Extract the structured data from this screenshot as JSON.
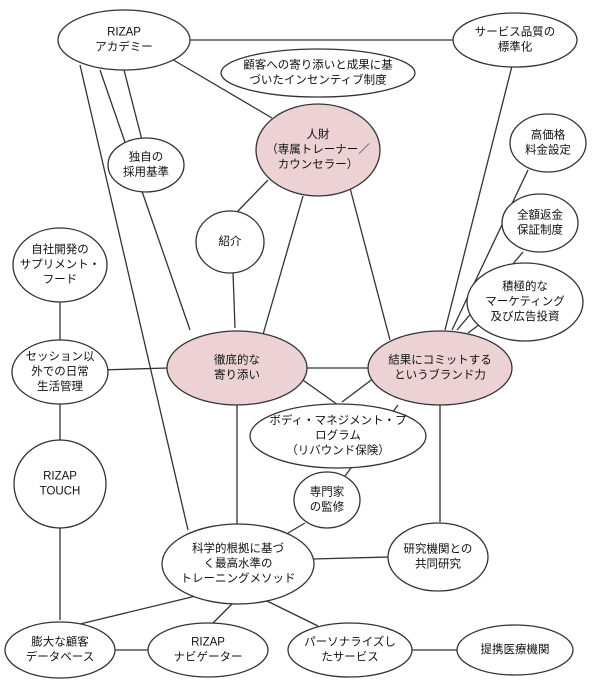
{
  "colors": {
    "core_fill": "#ecd2d4",
    "node_fill": "#ffffff",
    "stroke": "#333333",
    "text": "#111111"
  },
  "nodes": {
    "rizap_academy": {
      "lines": [
        "RIZAP",
        "アカデミー"
      ]
    },
    "service_quality": {
      "lines": [
        "サービス品質の",
        "標準化"
      ]
    },
    "incentive_system": {
      "lines": [
        "顧客への寄り添いと成果に基",
        "づいたインセンティブ制度"
      ]
    },
    "own_hiring": {
      "lines": [
        "独自の",
        "採用基準"
      ]
    },
    "human_resources": {
      "lines": [
        "人財",
        "（専属トレーナー／",
        "カウンセラー）"
      ]
    },
    "high_price": {
      "lines": [
        "高価格",
        "料金設定"
      ]
    },
    "introduction": {
      "lines": [
        "紹介"
      ]
    },
    "full_refund": {
      "lines": [
        "全額返金",
        "保証制度"
      ]
    },
    "supplement_food": {
      "lines": [
        "自社開発の",
        "サプリメント・",
        "フード"
      ]
    },
    "marketing": {
      "lines": [
        "積極的な",
        "マーケティング",
        "及び広告投資"
      ]
    },
    "life_management": {
      "lines": [
        "セッション以",
        "外での日常",
        "生活管理"
      ]
    },
    "thorough_support": {
      "lines": [
        "徹底的な",
        "寄り添い"
      ]
    },
    "brand_commit": {
      "lines": [
        "結果にコミットする",
        "というブランド力"
      ]
    },
    "body_management": {
      "lines": [
        "ボディ・マネジメント・プ",
        "ログラム",
        "（リバウンド保険）"
      ]
    },
    "rizap_touch": {
      "lines": [
        "RIZAP",
        "TOUCH"
      ]
    },
    "expert_supervision": {
      "lines": [
        "専門家",
        "の監修"
      ]
    },
    "science_training": {
      "lines": [
        "科学的根拠に基づ",
        "く最高水準の",
        "トレーニングメソッド"
      ]
    },
    "joint_research": {
      "lines": [
        "研究機関との",
        "共同研究"
      ]
    },
    "customer_db": {
      "lines": [
        "膨大な顧客",
        "データベース"
      ]
    },
    "rizap_navigator": {
      "lines": [
        "RIZAP",
        "ナビゲーター"
      ]
    },
    "personalized": {
      "lines": [
        "パーソナライズし",
        "たサービス"
      ]
    },
    "medical": {
      "lines": [
        "提携医療機関"
      ]
    }
  }
}
